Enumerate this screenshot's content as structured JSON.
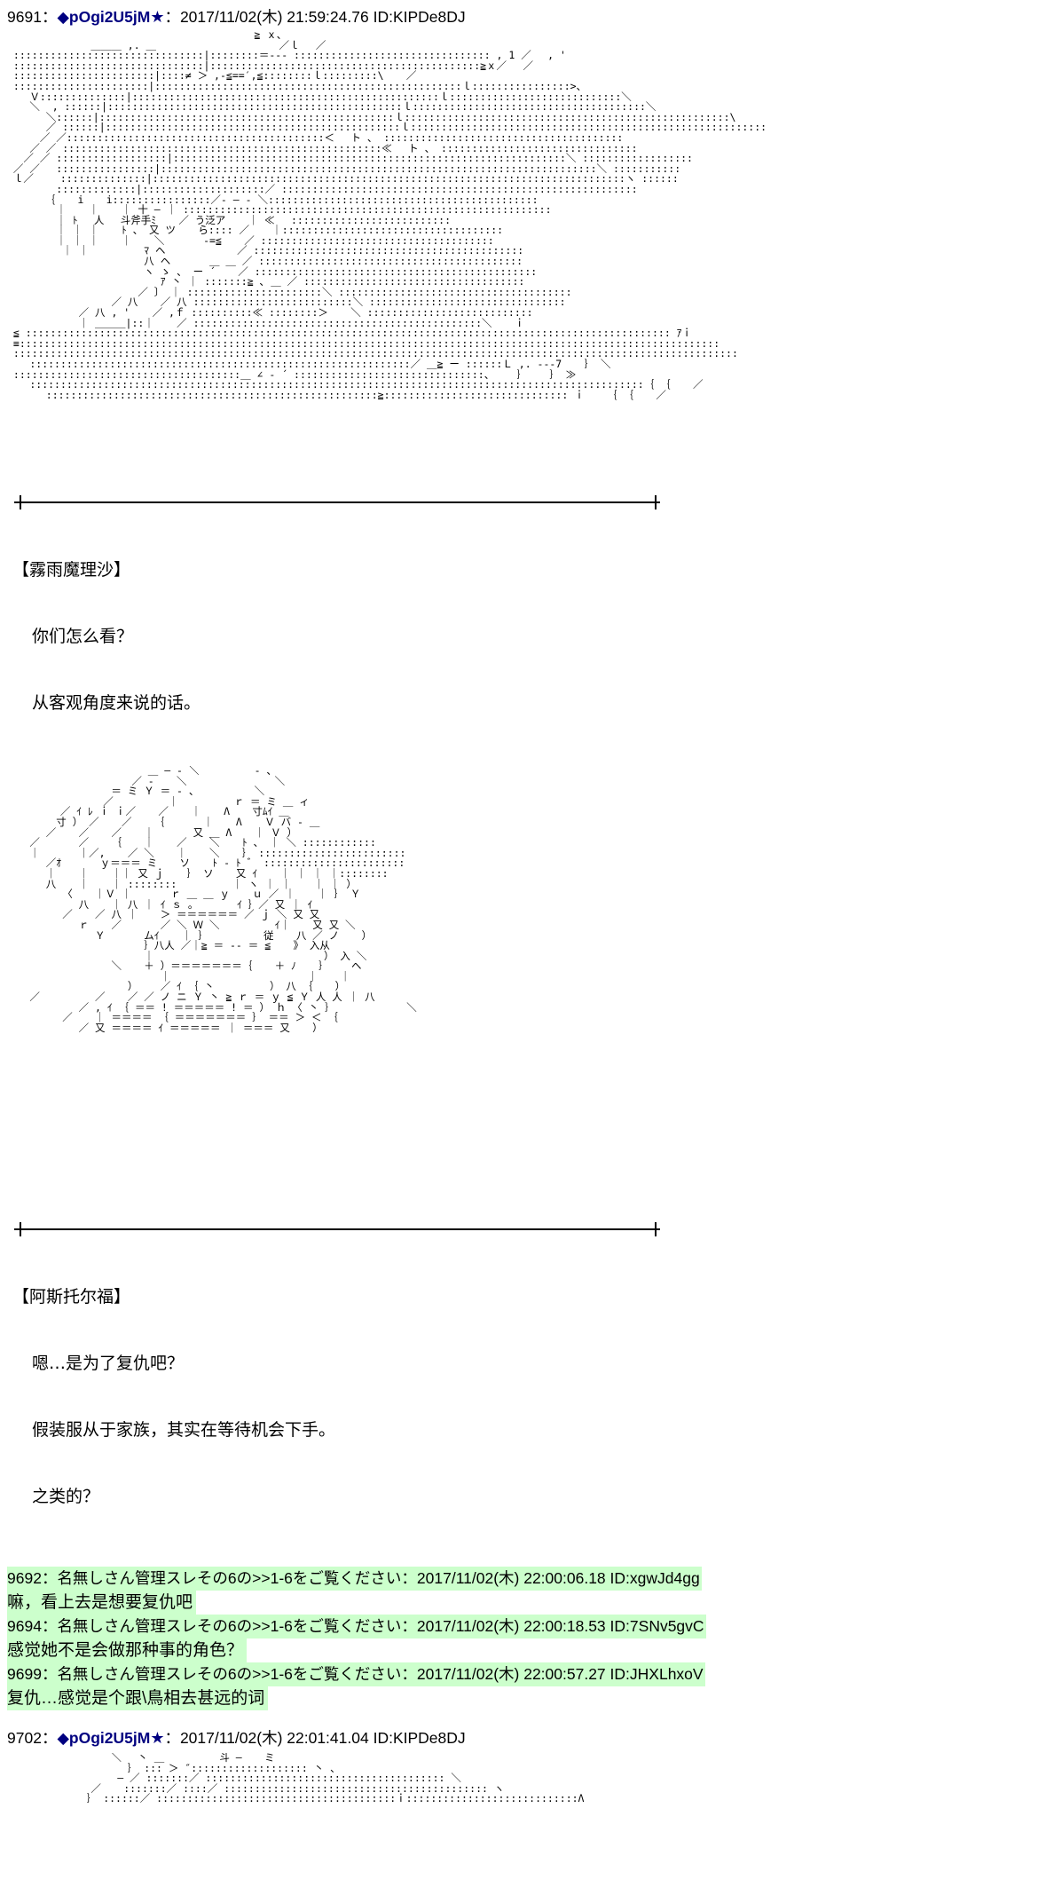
{
  "thread": {
    "posts": [
      {
        "number": "9691",
        "diamond": "◆",
        "trip": "pOgi2U5jM",
        "star": "★",
        "datetime": "2017/11/02(木) 21:59:24.76",
        "id": "ID:KIPDe8DJ",
        "colon": "：",
        "art": " 　　　　　　　　　　　　　　　　　　　　　　　 ≧ ｘ、\n 　　　　　　　 ＿＿＿ ,. ＿                    ／ｌ　 ／\n :::::::::::::::::::::::::::::::|::::::::＝--‐ :::::::::::::::::::::::::::::::: , 1 ／　 , '\n :::::::::::::::::::::::::::::::|::::::::::::::::::::::::::::::::::::::::::::≧ｘ／　 ／\n :::::::::::::::::::::::|::::≠ ＞ ,-≦==′,≦::::::::ｌ:::::::::\\ 　 ／\n ::::::::::::::::::::::|::::::::::::::::::::::::::::::::::::::::::::::::::ｌ::::::::::::::::>、\n 　 Ｖ::::::::::::::|::::::::::::::::::::::::::::::::::::::::::::::::::ｌ::::::::::::::::::::::::::::＼\n 　 ＼  , ::::::|::::::::::::::::::::::::::::::::::::::::::::::::ｌ::::::::::::::::::::::::::::::::::::::＼\n 　 　 ＼::::::|::::::::::::::::::::::::::::::::::::::::::::::::ｌ:::::::::::::::::::::::::::::::::::::::::::::::::::::\\\n 　 　 ／ ::::::|::::::::::::::::::::::::::::::::::::::::::::::::ｌ::::::::::::::::::::::::::::::::::::::::::::::::::::::::::\n 　 　／ ／::::::::::::::::::::::::::::::::::::::::::＜ 　ト 、 :::::::::::::::::::::::::::::::::::::::\n 　 ／ ／ ::::::::::::::::::::::::::::::::::::::::::::::::::::≪ 　ト 、 ::::::::::::::::::::::::::::::::\n 　／ ／ ::::::::::::::::::|::::::::::::::::::::::::::::::::::::::::::::::::::::::::::::::::＼ ::::::::::::::::::\n ／ ／ 　::::::::::::::::|:::::::::::::::::::::::::::::::::::::::::::::::::::::::::::::::::::::::＼ :::::::::::\n ｌ／ 　　::::::::::::::|:::::::::::::::::::::::::::::::::::::::::::::::::::::::::::::::::::::::::::::ヽ ::::::\n 　 　　 :::::::::::::|::::::::::::::::::::／ ::::::::::::::::::::::::::::::::::::::::::::::::::::::::::\n 　 　　｛ 　 i 　 i::::::::::::::::／‐ ― ‐ ＼::::::::::::::::::::::::::::::::::::::::::::\n 　 　　 ｜ 　 ｜ 　 ｜ 十 ― ｜ ::::::::::::::::::::::::::::::::::::::::::::::::::::::::::::\n 　 　　 ｜ ﾄ 　人 　斗斧手ﾐ 　 ／ う泛ア 　 ｜ ≪ 　::::::::::::::::::::::::::\n 　 　　 ｜ ｜ ｜ 　 ﾄ 、 又 ツ 　 ら:::: ／ 　 ｜::::::::::::::::::::::::::::::::::::\n 　 　　 ｜ ｜ ｜ 　 ｜ 　 ＼ 　 　 -=≦ 　 ／ ::::::::::::::::::::::::::::::::::::::\n 　 　 　 ｜ ｜ 　 　 　 ﾏ ヘ 　 　 　 　 ／ ::::::::::::::::::::::::::::::::::::::::::::\n 　 　 　 　 　 　 　 　 八 ヘ 　 　 ＿ ＿ ／ :::::::::::::::::::::::::::::::::::::::::::\n 　 　 　 　 　 　 　 　 ヽ ゝ 、 ー ´ 　 ／ ::::::::::::::::::::::::::::::::::::::::::::::\n 　 　 　 　 　 　 　 　 　 ｱ 丶 ｜ :::::::≧ ､ ＿ ／ ::::::::::::::::::::::::::::::::::::\n 　 　 　　 　 　 　 　 ／ 〕 ｜ ::::::::::::::::::::::＼ ::::::::::::::::::::::::::::::::::::::\n 　 　 　 　 　 　 ／ 八 　 ／ 八 ::::::::::::::::::::::::::＼ ::::::::::::::::::::::::::::::::\n 　 　 　 　 ／ 八 , ' 　 ／ ,ｆ ::::::::::≪ ::::::::＞ 　 ＼ :::::::::::::::::::::::::::\n 　 　 　 　 ｜ ＿＿＿|::｜ 　 ／ :::::::::::::::::::::::::::::::::::::::::::::::＼ 　 ｉ\n ≦ ::::::::::::::::::::::::::::::::::::::::::::::::::::::::::::::::::::::::::::::::::::::::::::::::::::::::: ｱｉ\n ≡::::::::::::::::::::::::::::::::::::::::::::::::::::::::::::::::::::::::::::::::::::::::::::::::::::::::::::::::::\n ::::::::::::::::::::::::::::::::::::::::::::::::::::::::::::::::::::::::::::::::::::::::::::::::::::::::::::::::::::::\n 　 ::::::::::::::::::::::::::::::::::::::::::::::::::::::::::::::／ ＿≧ ー ::::::Ｌ ,. ---7 　 ｝ ＼\n :::::::::::::::::::::::::::::::::::::＿ ∠ ‐ ´ :::::::::::::::::::::::::::::::、 　 ｝ 　 ｝ ≫\n 　 ::::::::::::::::::::::::::::::::::::::::::::::::::::::::::::::::::::::::::::::::::::::::::::::::::::｛ ｛ 　 ／\n 　 　 ::::::::::::::::::::::::::::::::::::::::::::::::::::::≧:::::::::::::::::::::::::::::: ｉ 　 ｛ ｛ 　 ／"
      },
      {
        "number": "9702",
        "diamond": "◆",
        "trip": "pOgi2U5jM",
        "star": "★",
        "datetime": "2017/11/02(木) 22:01:41.04",
        "id": "ID:KIPDe8DJ",
        "colon": "：",
        "art": " 　　　　　　　　　 ＼ ｀丶 ＿ 　 　 　 斗 ― 　 ミ\n 　　　　　　　　　 　 ｝ ::: ＞ ″::::::::::::::::::: 丶 、\n 　　　　　　　　 　 ― ／ :::::::／ ::::::::::::::::::::::::::::::::::::::: ＼\n 　　　　　　　 ／ 　 :::::::／ ::::／ ::::::::::::::::::::::::::::::::::::::::::: ヽ\n 　　　　　 　 ｝ ::::::／ :::::::::::::::::::::::::::::::::::::::ｉ::::::::::::::::::::::::::::Λ"
      }
    ],
    "dialogues": [
      {
        "speaker": "【霧雨魔理沙】",
        "lines": [
          "你们怎么看？",
          "从客观角度来说的话。"
        ]
      },
      {
        "speaker": "【阿斯托尔福】",
        "lines": [
          "嗯…是为了复仇吧？",
          "假装服从于家族，其实在等待机会下手。",
          "之类的？"
        ]
      }
    ],
    "replies": [
      {
        "number": "9692",
        "name": "名無しさん管理スレその6の>>1-6をご覧ください",
        "datetime": "2017/11/02(木) 22:00:06.18",
        "id": "ID:xgwJd4gg",
        "colon": "：",
        "body": "嘛，看上去是想要复仇吧"
      },
      {
        "number": "9694",
        "name": "名無しさん管理スレその6の>>1-6をご覧ください",
        "datetime": "2017/11/02(木) 22:00:18.53",
        "id": "ID:7SNv5gvC",
        "colon": "：",
        "body": "感觉她不是会做那种事的角色？"
      },
      {
        "number": "9699",
        "name": "名無しさん管理スレその6の>>1-6をご覧ください",
        "datetime": "2017/11/02(木) 22:00:57.27",
        "id": "ID:JHXLhxoV",
        "colon": "：",
        "body": "复仇…感觉是个跟\\鳥相去甚远的词"
      }
    ]
  },
  "colors": {
    "trip": "#000080",
    "reply_highlight": "#ccffcc",
    "text": "#000000",
    "background": "#ffffff"
  }
}
